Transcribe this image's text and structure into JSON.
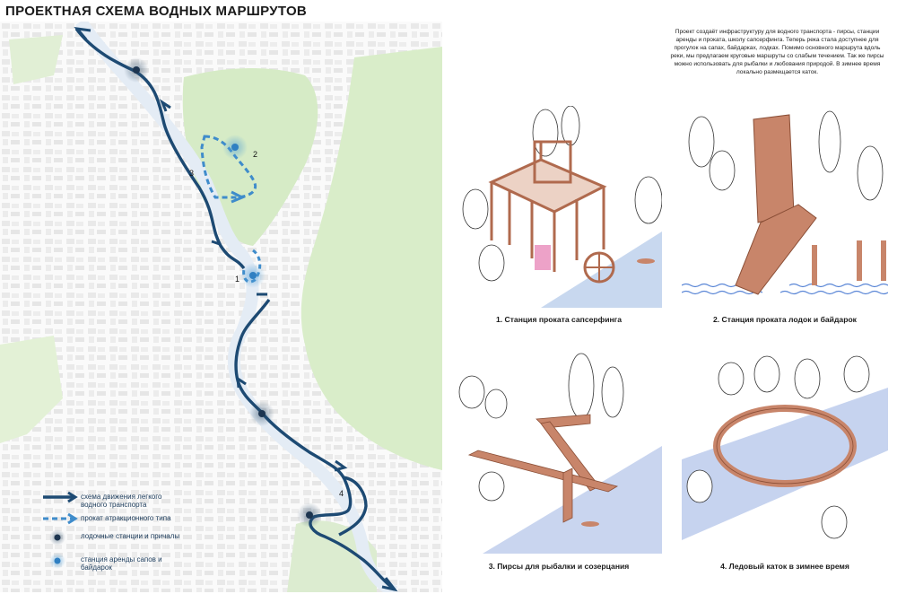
{
  "title": "ПРОЕКТНАЯ СХЕМА ВОДНЫХ МАРШРУТОВ",
  "description": "Проект создаёт инфраструктуру для водного транспорта - пирсы, станции аренды и проката, школу сапсерфинга. Теперь река стала доступнее для прогулок на сапах, байдарках, лодках. Помимо основного маршрута вдоль реки, мы предлагаем круговые маршруты со слабым течением. Так же пирсы можно использовать для рыбалки и любования природой. В зимнее время локально размещается каток.",
  "route_labels": [
    "1",
    "2",
    "3",
    "4"
  ],
  "legend": {
    "main_route": "схема движения легкого водного транспорта",
    "attraction_route": "прокат атракционного типа",
    "boat_stations": "лодочные станции и причалы",
    "sup_rental": "станция аренды сапов и байдарок"
  },
  "captions": {
    "panel1": "1. Станция проката сапсерфинга",
    "panel2": "2. Станция проката лодок и байдарок",
    "panel3": "3. Пирсы для рыбалки и созерцания",
    "panel4": "4. Ледовый каток в зимнее время"
  },
  "colors": {
    "route": "#1d4a73",
    "attraction": "#3f8ccb",
    "park": "#d8ecc8",
    "water": "#c8d8ef",
    "wood": "#c8856a"
  },
  "icons": {
    "arrow": "arrow-icon",
    "station": "boat-station-icon",
    "rental": "sup-rental-icon"
  }
}
